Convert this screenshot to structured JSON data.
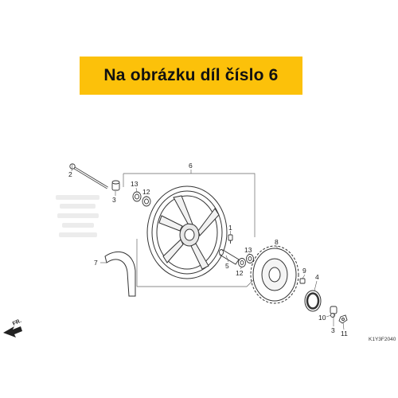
{
  "banner": {
    "text": "Na obrázku díl číslo 6"
  },
  "part_labels": [
    "2",
    "3",
    "13",
    "12",
    "6",
    "1",
    "5",
    "13",
    "12",
    "7",
    "8",
    "9",
    "4",
    "3",
    "10",
    "11"
  ],
  "direction_label": "FR.",
  "diagram_code": "K1Y3F2040",
  "colors": {
    "banner": "#fcc10a",
    "line": "#333333"
  }
}
